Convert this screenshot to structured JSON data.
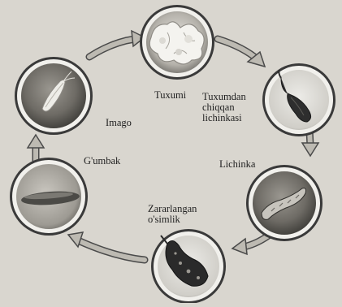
{
  "stages": [
    {
      "id": "eggs",
      "label": "Tuxumi",
      "icon": "eggs-photo-icon"
    },
    {
      "id": "hatched",
      "label": [
        "Tuxumdan",
        "chiqqan",
        "lichinkasi"
      ],
      "icon": "hatched-larva-photo-icon"
    },
    {
      "id": "larva",
      "label": "Lichinka",
      "icon": "larva-photo-icon"
    },
    {
      "id": "damaged",
      "label": [
        "Zararlangan",
        "o'simlik"
      ],
      "icon": "damaged-plant-photo-icon"
    },
    {
      "id": "pupa",
      "label": "G'umbak",
      "icon": "pupa-photo-icon"
    },
    {
      "id": "adult",
      "label": "Imago",
      "icon": "moth-photo-icon"
    }
  ],
  "colors": {
    "background": "#d9d6cf",
    "arrow": "#b9b6ae",
    "arrow_outline": "#4a4a4a",
    "circle_rim": "#f1f0ec",
    "circle_shadow": "#3a3a3a",
    "specimen": "#2b2b2b"
  }
}
